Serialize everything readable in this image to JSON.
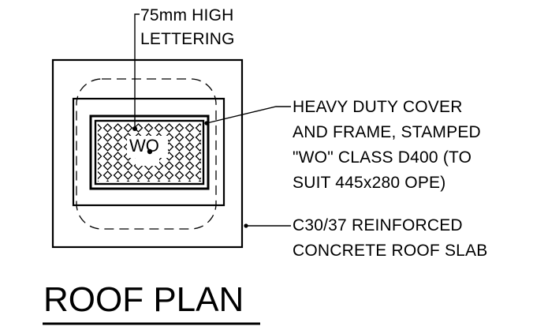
{
  "drawing": {
    "title": "ROOF PLAN",
    "cover_text": "WO",
    "callouts": {
      "lettering": [
        "75mm HIGH",
        "LETTERING"
      ],
      "cover": [
        "HEAVY DUTY COVER",
        "AND FRAME, STAMPED",
        "\"WO\" CLASS D400 (TO",
        "SUIT 445x280 OPE)"
      ],
      "slab": [
        "C30/37 REINFORCED",
        "CONCRETE ROOF SLAB"
      ]
    }
  }
}
